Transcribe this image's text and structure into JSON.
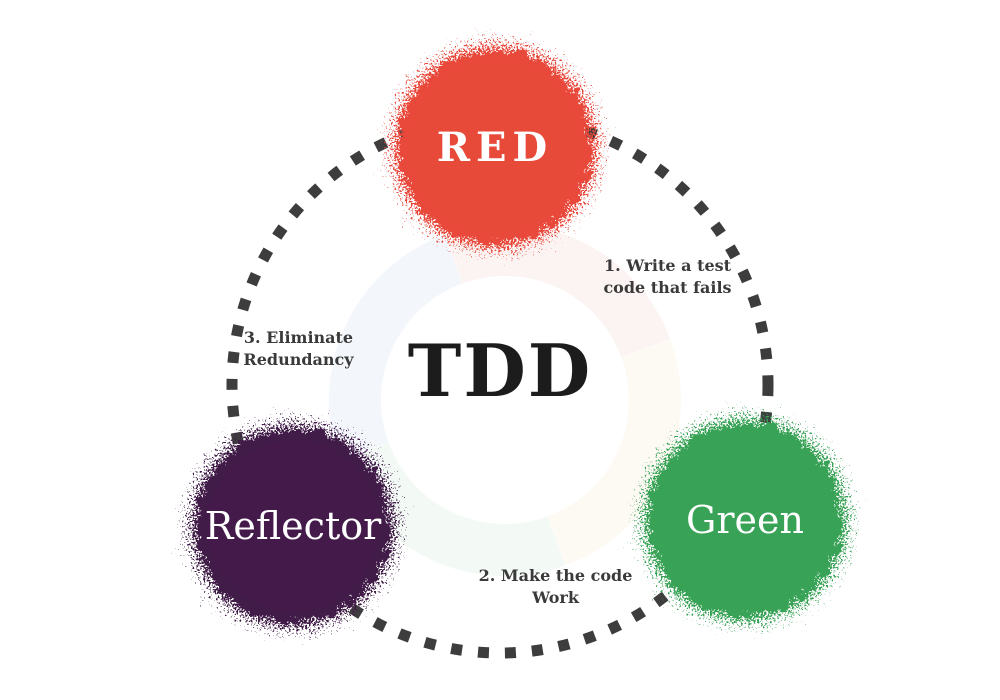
{
  "diagram": {
    "title": "TDD",
    "nodes": [
      {
        "id": "red",
        "label": "RED",
        "color": "#e84a3a"
      },
      {
        "id": "green",
        "label": "Green",
        "color": "#38a356"
      },
      {
        "id": "reflector",
        "label": "Reflector",
        "color": "#431a4a"
      }
    ],
    "steps": [
      {
        "num": "1",
        "text": "1. Write a test\ncode that fails"
      },
      {
        "num": "2",
        "text": "2. Make the code\nWork"
      },
      {
        "num": "3",
        "text": "3. Eliminate\nRedundancy"
      }
    ],
    "ring": {
      "color": "#3d3d3d"
    },
    "watermark_colors": [
      "#cc4433",
      "#ddaa33",
      "#3366bb",
      "#33a055"
    ]
  }
}
